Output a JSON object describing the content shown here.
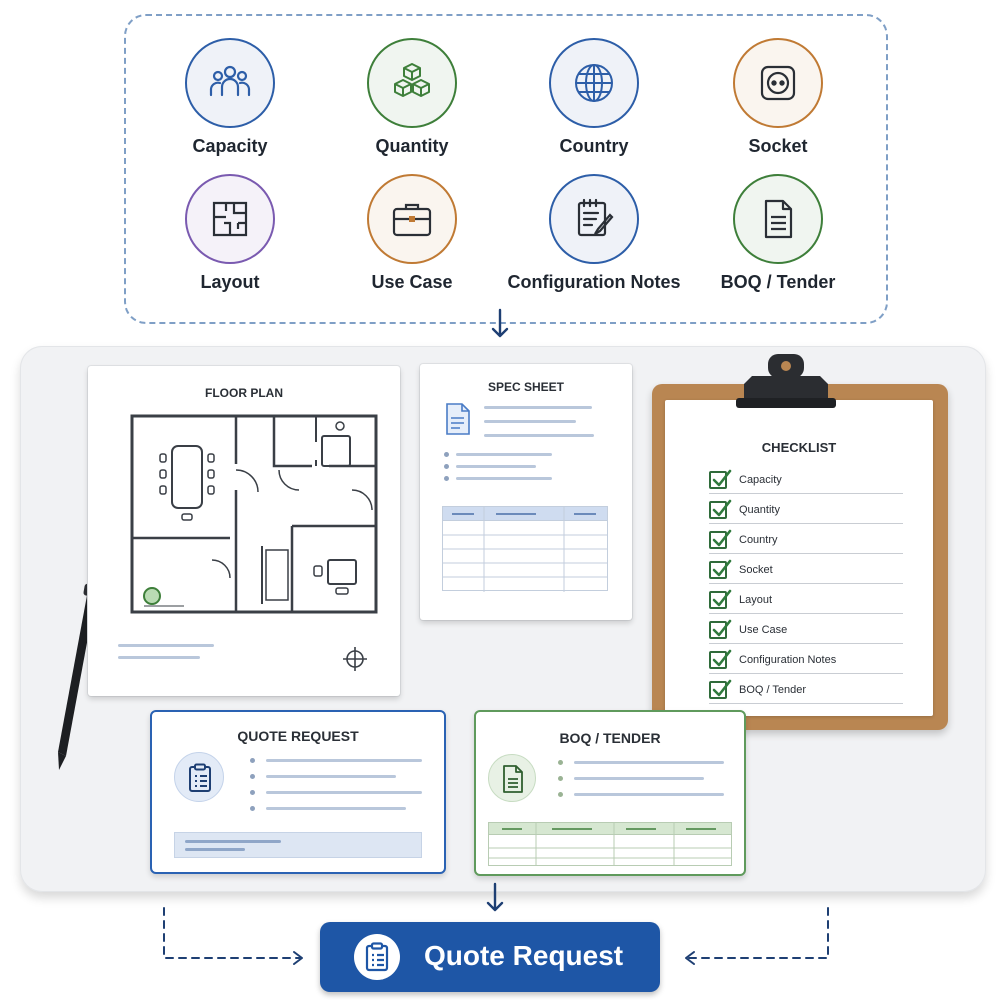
{
  "requirements": {
    "items": [
      {
        "label": "Capacity",
        "icon": "people-icon",
        "color": "#2d5ea8"
      },
      {
        "label": "Quantity",
        "icon": "stacked-boxes-icon",
        "color": "#3e7f3a"
      },
      {
        "label": "Country",
        "icon": "globe-icon",
        "color": "#2d5ea8"
      },
      {
        "label": "Socket",
        "icon": "power-socket-icon",
        "color": "#c07a34"
      },
      {
        "label": "Layout",
        "icon": "floor-layout-icon",
        "color": "#7a5ab0"
      },
      {
        "label": "Use Case",
        "icon": "briefcase-icon",
        "color": "#c07a34"
      },
      {
        "label": "Configuration Notes",
        "icon": "notepad-pencil-icon",
        "color": "#2d5ea8"
      },
      {
        "label": "BOQ / Tender",
        "icon": "document-icon",
        "color": "#3e7f3a"
      }
    ]
  },
  "documents": {
    "floor_plan_title": "FLOOR PLAN",
    "spec_sheet_title": "SPEC SHEET"
  },
  "checklist": {
    "title": "CHECKLIST",
    "items": [
      "Capacity",
      "Quantity",
      "Country",
      "Socket",
      "Layout",
      "Use Case",
      "Configuration Notes",
      "BOQ / Tender"
    ]
  },
  "cards": {
    "quote_request_title": "QUOTE REQUEST",
    "boq_tender_title": "BOQ / TENDER"
  },
  "output": {
    "button_label": "Quote Request"
  },
  "colors": {
    "accent_blue": "#1e56a6",
    "accent_green": "#3e7f3a",
    "clipboard_brown": "#b98652",
    "dashed_border": "#7f9fc6"
  }
}
